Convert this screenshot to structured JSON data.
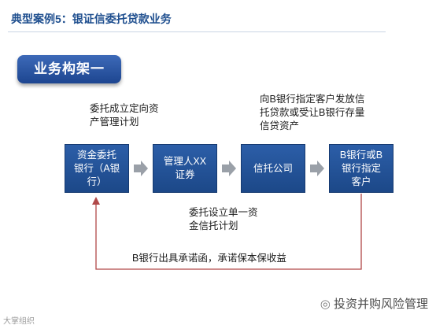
{
  "header": {
    "title": "典型案例5：银证信委托贷款业务"
  },
  "section_tag": {
    "label": "业务构架一"
  },
  "notes": {
    "top_left": [
      "委托成立定向资",
      "产管理计划"
    ],
    "top_right": [
      "向B银行指定客户发放信",
      "托贷款或受让B银行存量",
      "信贷资产"
    ],
    "middle": [
      "委托设立单一资",
      "金信托计划"
    ],
    "bottom": "B银行出具承诺函，承诺保本保收益"
  },
  "boxes": [
    {
      "lines": [
        "资金委托",
        "银行（A银",
        "行）"
      ]
    },
    {
      "lines": [
        "管理人XX",
        "证券"
      ]
    },
    {
      "lines": [
        "信托公司"
      ]
    },
    {
      "lines": [
        "B银行或B",
        "银行指定",
        "客户"
      ]
    }
  ],
  "watermark": {
    "right": "投资并购风险管理",
    "left": "大掌组织"
  },
  "colors": {
    "box": "#1f4b8e",
    "arrow": "#9aa0a8",
    "feedback_line": "#b04848",
    "title": "#1f4f8f"
  }
}
